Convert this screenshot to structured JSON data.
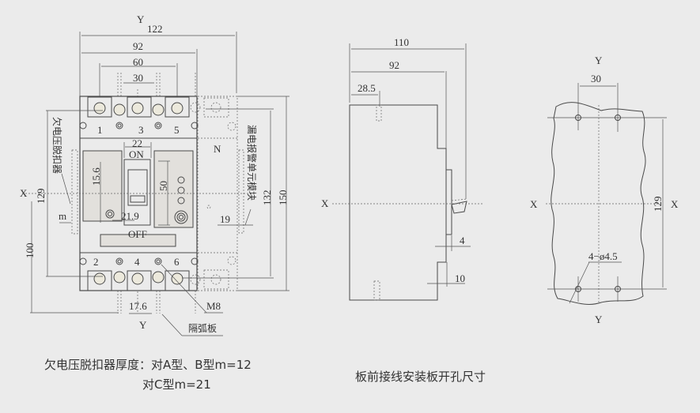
{
  "front_view": {
    "axis_y_top": "Y",
    "axis_y_bottom": "Y",
    "axis_x": "X",
    "dim_122": "122",
    "dim_92": "92",
    "dim_60": "60",
    "dim_30": "30",
    "dim_22": "22",
    "dim_15_6": "15.6",
    "dim_50": "50",
    "dim_21_9": "21.9",
    "dim_132": "132",
    "dim_150": "150",
    "dim_129": "129",
    "dim_100": "100",
    "dim_19": "19",
    "dim_17_6": "17.6",
    "label_m": "m",
    "label_on": "ON",
    "label_off": "OFF",
    "label_n": "N",
    "terminals_top": [
      "1",
      "3",
      "5"
    ],
    "terminals_bottom": [
      "2",
      "4",
      "6"
    ],
    "label_m8": "M8",
    "label_arc_barrier": "隔弧板",
    "label_undervoltage": "欠电压脱扣器",
    "label_leakage_module": "漏电报警单元模块"
  },
  "side_view": {
    "axis_x": "X",
    "dim_110": "110",
    "dim_92": "92",
    "dim_28_5": "28.5",
    "dim_4": "4",
    "dim_10": "10"
  },
  "panel_view": {
    "axis_y_top": "Y",
    "axis_y_bottom": "Y",
    "axis_x_left": "X",
    "axis_x_right": "X",
    "dim_30": "30",
    "dim_129": "129",
    "holes": "4−ø4.5"
  },
  "captions": {
    "thickness_line1": "欠电压脱扣器厚度：对A型、B型m=12",
    "thickness_line2": "对C型m=21",
    "panel_cutout": "板前接线安装板开孔尺寸"
  }
}
